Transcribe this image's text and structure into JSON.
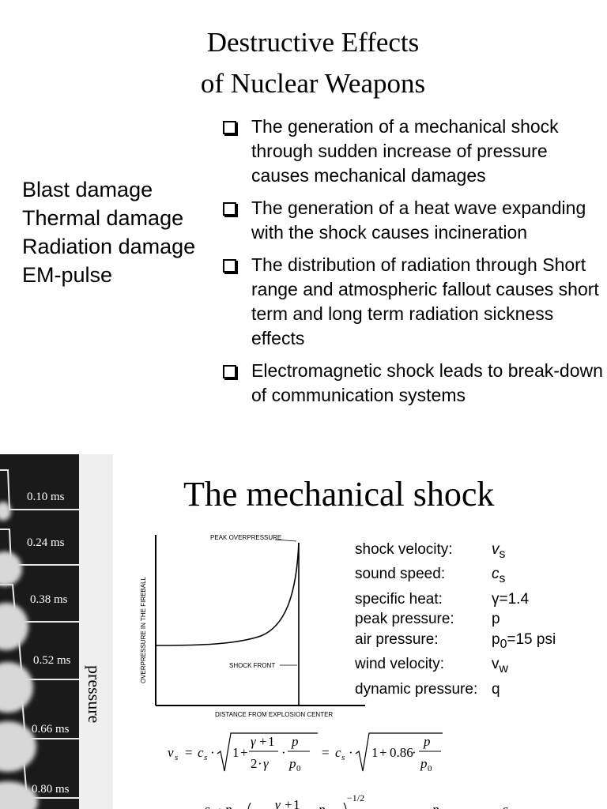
{
  "title": {
    "line1": "Destructive Effects",
    "line2": "of Nuclear Weapons"
  },
  "damage_types": [
    "Blast damage",
    "Thermal damage",
    "Radiation damage",
    "EM-pulse"
  ],
  "bullets": [
    "The generation of a mechanical shock through sudden increase of pressure causes mechanical damages",
    "The generation of a heat wave expanding with the shock causes incineration",
    "The distribution of radiation through Short range and atmospheric fallout causes short term and long term radiation sickness effects",
    "Electromagnetic shock leads to break-down of communication systems"
  ],
  "photo_strip": {
    "frames": [
      "0.10 ms",
      "0.24 ms",
      "0.38 ms",
      "0.52 ms",
      "0.66 ms",
      "0.80 ms"
    ],
    "label": "pressure"
  },
  "section_title": "The mechanical shock",
  "graph": {
    "y_label": "OVERPRESSURE IN THE FIREBALL",
    "x_label": "DISTANCE FROM EXPLOSION CENTER",
    "peak_label": "PEAK OVERPRESSURE",
    "front_label": "SHOCK FRONT"
  },
  "parameters": [
    {
      "label": "shock velocity:",
      "sym": "v",
      "sub": "s"
    },
    {
      "label": "sound speed:",
      "sym": "c",
      "sub": "s"
    },
    {
      "label": "specific heat:",
      "sym": "γ=1.4",
      "sub": ""
    },
    {
      "label": "peak pressure:",
      "sym": "p",
      "sub": ""
    },
    {
      "label": "air pressure:",
      "sym": "p",
      "sub": "0",
      "suffix": "=15 psi"
    },
    {
      "label": "wind velocity:",
      "sym": "v",
      "sub": "w"
    },
    {
      "label": "dynamic pressure:",
      "sym": "q",
      "sub": ""
    }
  ],
  "formula": {
    "v": "v",
    "s": "s",
    "c": "c",
    "gamma": "γ",
    "p": "p",
    "p0": "p",
    "zero": "0",
    "one": "1",
    "plus": "+",
    "two": "2",
    "dot": "·",
    "eq": "=",
    "coef": "0.86",
    "exp": "−1/2"
  }
}
